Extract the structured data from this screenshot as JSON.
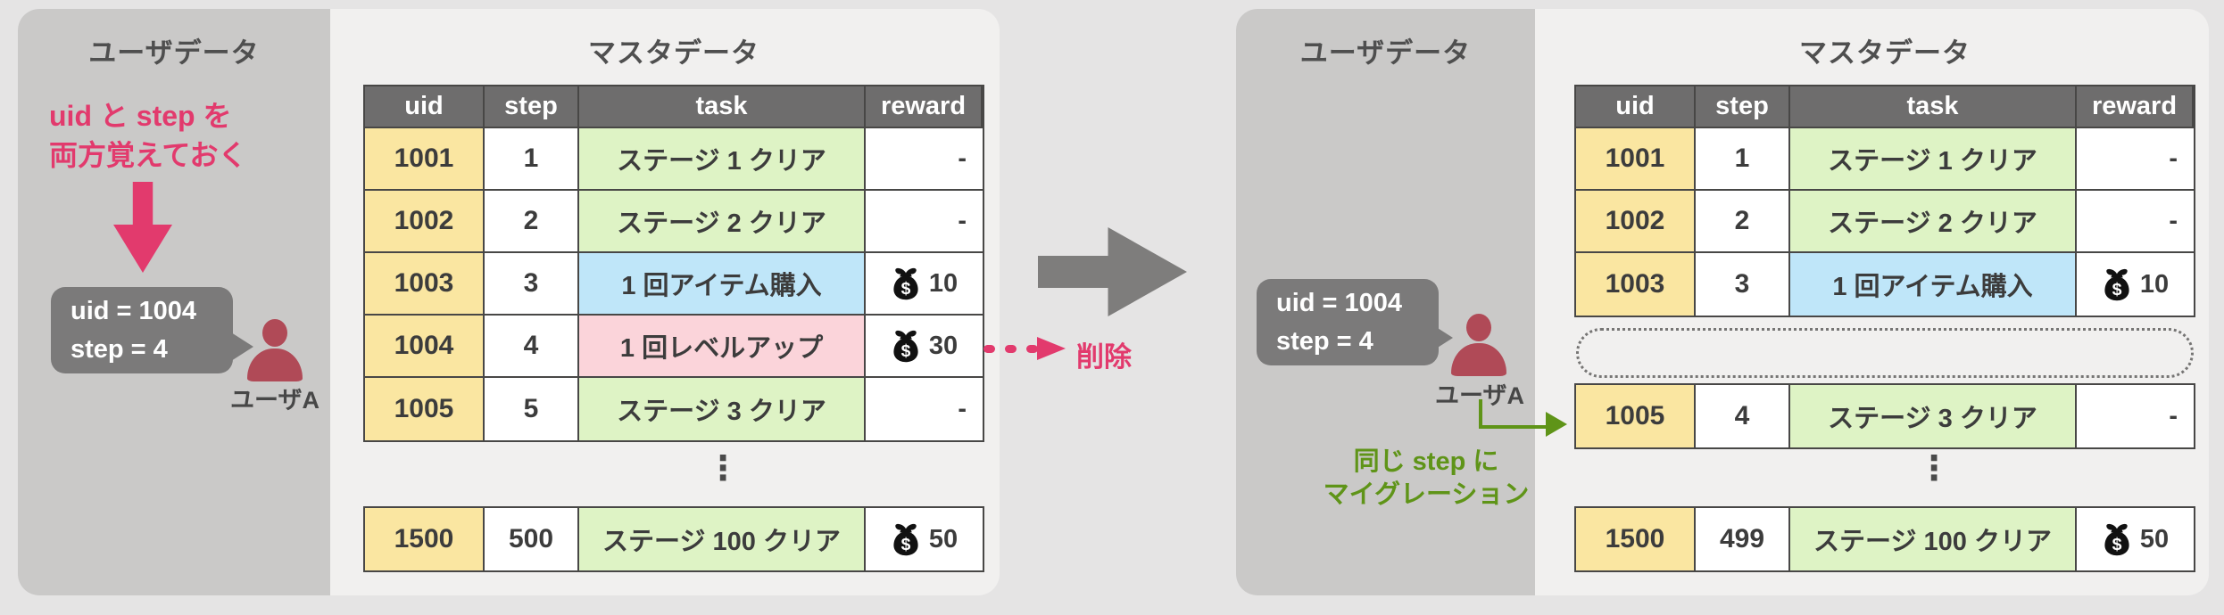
{
  "colors": {
    "page_bg": "#e5e4e4",
    "card_bg": "#f1f0ef",
    "panel_gray": "#cac9c8",
    "header_gray": "#6e6d6d",
    "border_dark": "#484746",
    "cell_yellow": "#fae6a1",
    "cell_green": "#def3c5",
    "cell_blue": "#bfe6f9",
    "cell_pink": "#fbd4da",
    "accent_pink": "#e23a6d",
    "accent_green": "#5f9418",
    "bubble_gray": "#7b7a7a",
    "person_red": "#b04a57",
    "arrow_gray": "#7e7d7c",
    "text_dark": "#3c3c3c",
    "title_gray": "#4f4f4f",
    "dashed_gray": "#767574"
  },
  "delete_label": "削除",
  "left": {
    "user_title": "ユーザデータ",
    "master_title": "マスタデータ",
    "note_line1": "uid と step を",
    "note_line2": "両方覚えておく",
    "bubble_line1": "uid = 1004",
    "bubble_line2": "step = 4",
    "user_label": "ユーザA",
    "headers": [
      "uid",
      "step",
      "task",
      "reward"
    ],
    "rows": [
      {
        "uid": "1001",
        "step": "1",
        "task": "ステージ 1 クリア",
        "reward": "-"
      },
      {
        "uid": "1002",
        "step": "2",
        "task": "ステージ 2 クリア",
        "reward": "-"
      },
      {
        "uid": "1003",
        "step": "3",
        "task": "1 回アイテム購入",
        "reward": "10"
      },
      {
        "uid": "1004",
        "step": "4",
        "task": "1 回レベルアップ",
        "reward": "30"
      },
      {
        "uid": "1005",
        "step": "5",
        "task": "ステージ 3 クリア",
        "reward": "-"
      }
    ],
    "ellipsis": "⋮",
    "last_row": {
      "uid": "1500",
      "step": "500",
      "task": "ステージ 100 クリア",
      "reward": "50"
    }
  },
  "right": {
    "user_title": "ユーザデータ",
    "master_title": "マスタデータ",
    "bubble_line1": "uid = 1004",
    "bubble_line2": "step = 4",
    "user_label": "ユーザA",
    "migration_note_line1": "同じ step に",
    "migration_note_line2": "マイグレーション",
    "headers": [
      "uid",
      "step",
      "task",
      "reward"
    ],
    "rows": [
      {
        "uid": "1001",
        "step": "1",
        "task": "ステージ 1 クリア",
        "reward": "-"
      },
      {
        "uid": "1002",
        "step": "2",
        "task": "ステージ 2 クリア",
        "reward": "-"
      },
      {
        "uid": "1003",
        "step": "3",
        "task": "1 回アイテム購入",
        "reward": "10"
      }
    ],
    "migrated_row": {
      "uid": "1005",
      "step": "4",
      "task": "ステージ 3 クリア",
      "reward": "-"
    },
    "ellipsis": "⋮",
    "last_row": {
      "uid": "1500",
      "step": "499",
      "task": "ステージ 100 クリア",
      "reward": "50"
    }
  }
}
